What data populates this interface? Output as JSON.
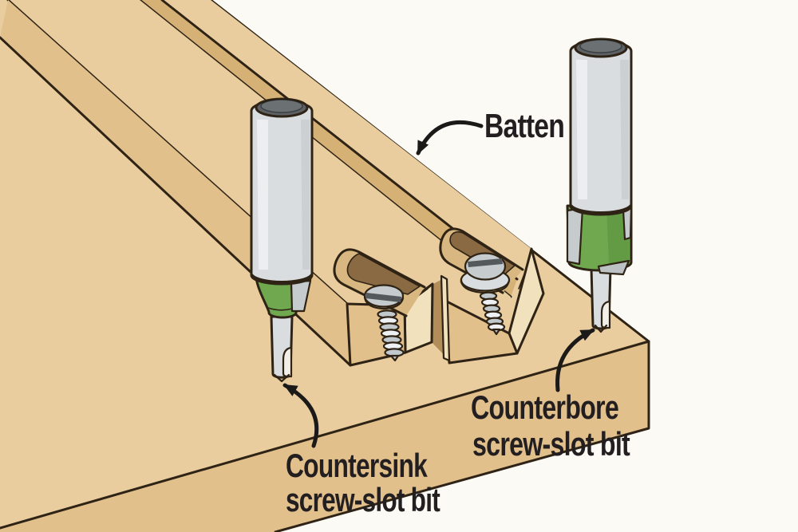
{
  "labels": {
    "batten": "Batten",
    "countersink_line1": "Countersink",
    "countersink_line2": "screw-slot bit",
    "counterbore_line1": "Counterbore",
    "counterbore_line2": "screw-slot bit"
  },
  "colors": {
    "background": "#fbfaf5",
    "wood_light": "#e9cd9e",
    "wood_mid": "#e2c08c",
    "wood_dark": "#d6b176",
    "wood_cut": "#f1e1bc",
    "recess": "#d8b780",
    "recess_shadow": "#8a6a42",
    "recess_floor": "#c9a469",
    "gap_shadow": "#b28d58",
    "outline": "#2e2315",
    "steel_light": "#d9dde0",
    "steel_mid": "#c6cbce",
    "steel_dark": "#5d6164",
    "cap_inner": "#6b7073",
    "flute_light": "#f1efe8",
    "bevel_gray": "#bcc2c4",
    "cutter_green": "#6fa84f",
    "cutter_green_dark": "#578f3b",
    "screw_slot": "#54595c",
    "coil_light": "#eef1f3",
    "coil_dark": "#c2c9cc",
    "ink": "#1c1a18",
    "text": "#231f20"
  }
}
